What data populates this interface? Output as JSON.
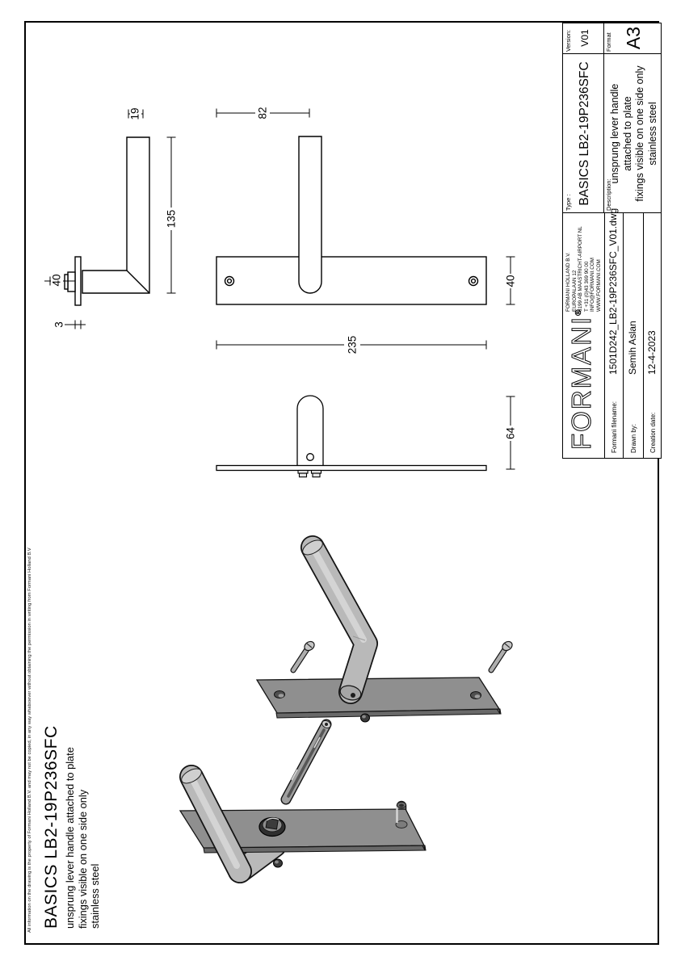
{
  "disclaimer": "All information on the drawing is the property of Formani Holland B.V. and may not be copied, in any way whatsoever without obtaining the permission in writing from Formani Holland B.V",
  "product_title": {
    "name": "BASICS LB2-19P236SFC",
    "sub1": "unsprung lever handle attached to plate",
    "sub2": "fixings visible on one side only",
    "sub3": "stainless steel"
  },
  "title_block": {
    "version_label": "Version:",
    "version": "V01",
    "format_label": "Format",
    "format": "A3",
    "type_label": "Type :",
    "type": "BASICS LB2-19P236SFC",
    "description_label": "Description:",
    "description_lines": [
      "unsprung lever handle",
      "attached to plate",
      "fixings visible on one side only",
      "stainless steel"
    ],
    "logo": "FORMANI",
    "logo_reg": "®",
    "address_lines": [
      "FORMANI HOLLAND B.V.",
      "EUROPALAAN 12",
      "6199 AB MAASTRICHT-AIRPORT NL",
      "T +31 (0)43 369 90 00",
      "INFO@FORMANI.COM",
      "WWW.FORMANI.COM"
    ],
    "filename_label": "Formani filename:",
    "filename": "1501D242_LB2-19P236SFC_V01.dwg",
    "drawn_by_label": "Drawn by:",
    "drawn_by": "Semih Aslan",
    "creation_date_label": "Creation date:",
    "creation_date": "12-4-2023"
  },
  "dimensions": {
    "grip_width": "19",
    "grip_length": "135",
    "standoff": "40",
    "plate_thickness": "3",
    "pivot_offset": "82",
    "plate_width": "40",
    "plate_length": "235",
    "grip_height": "64"
  }
}
